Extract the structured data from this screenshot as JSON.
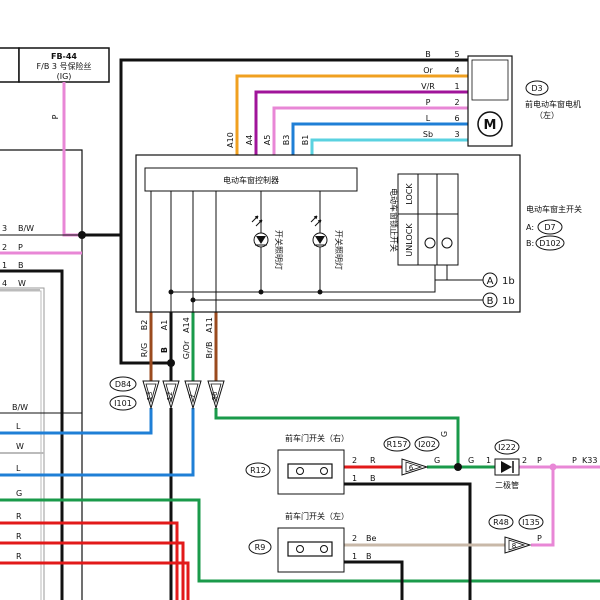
{
  "fuse": {
    "name": "FB-44",
    "desc": "F/B 3 号保险丝",
    "sub": "(IG)",
    "wire": "P"
  },
  "motor": {
    "ref": "D3",
    "desc": "前电动车窗电机",
    "side": "（左）",
    "symbol": "M",
    "pins": [
      {
        "color": "B",
        "num": "5"
      },
      {
        "color": "Or",
        "num": "4"
      },
      {
        "color": "V/R",
        "num": "1"
      },
      {
        "color": "P",
        "num": "2"
      },
      {
        "color": "L",
        "num": "6"
      },
      {
        "color": "Sb",
        "num": "3"
      }
    ]
  },
  "controller": {
    "label": "电动车窗控制器",
    "top_pins": [
      "A10",
      "A4",
      "A5",
      "B3",
      "B1"
    ],
    "lamp1": "开关照明灯",
    "lamp2": "开关照明灯",
    "lock_label": "LOCK",
    "unlock_label": "UNLOCK",
    "lockout_switch": "电动车窗锁止开关",
    "bottom_pins": [
      {
        "pin": "B2",
        "color": "R/G"
      },
      {
        "pin": "A1",
        "color": "B"
      },
      {
        "pin": "A14",
        "color": "G/Or"
      },
      {
        "pin": "A11",
        "color": "Br/B"
      }
    ]
  },
  "main_switch": {
    "title": "电动车窗主开关",
    "a_prefix": "A:",
    "a_ref": "D7",
    "b_prefix": "B:",
    "b_ref": "D102"
  },
  "ground_a": {
    "letter": "A",
    "code": "1b"
  },
  "ground_b": {
    "letter": "B",
    "code": "1b"
  },
  "connectors": {
    "c1": "D84",
    "c2": "I101",
    "pins": [
      "13",
      "12",
      "7",
      "36"
    ]
  },
  "left_wires": [
    {
      "num": "3",
      "color": "B/W"
    },
    {
      "num": "2",
      "color": "P"
    },
    {
      "num": "1",
      "color": "B"
    },
    {
      "num": "4",
      "color": "W"
    }
  ],
  "harness_labels": [
    "B/W",
    "L",
    "W",
    "L",
    "G",
    "R",
    "R",
    "R"
  ],
  "door_right": {
    "title": "前车门开关（右）",
    "ref": "R12",
    "p2": "2",
    "p2color": "R",
    "p1": "1",
    "p1color": "B"
  },
  "door_left": {
    "title": "前车门开关（左）",
    "ref": "R9",
    "p2": "2",
    "p2color": "Be",
    "p1": "1",
    "p1color": "B"
  },
  "conn_r157": {
    "ref1": "R157",
    "ref2": "I202",
    "pin": "6",
    "color": "G"
  },
  "diode": {
    "ref": "I222",
    "label": "二极管",
    "in_color": "G",
    "in_pin": "1",
    "out_pin": "2",
    "out_color": "P",
    "out_wire": "P",
    "dest": "K33"
  },
  "conn_r48": {
    "ref1": "R48",
    "ref2": "I135",
    "pin": "8",
    "color": "P"
  },
  "colors": {
    "black": "#111111",
    "orange": "#f0a020",
    "violet": "#a0149a",
    "pink": "#e887d6",
    "blue": "#1f7fd6",
    "skyblue": "#5ad2e0",
    "green": "#1a9a4a",
    "red": "#e21a1a",
    "brown": "#9a4a1e",
    "beige": "#c8b8a8",
    "gray": "#888888"
  }
}
